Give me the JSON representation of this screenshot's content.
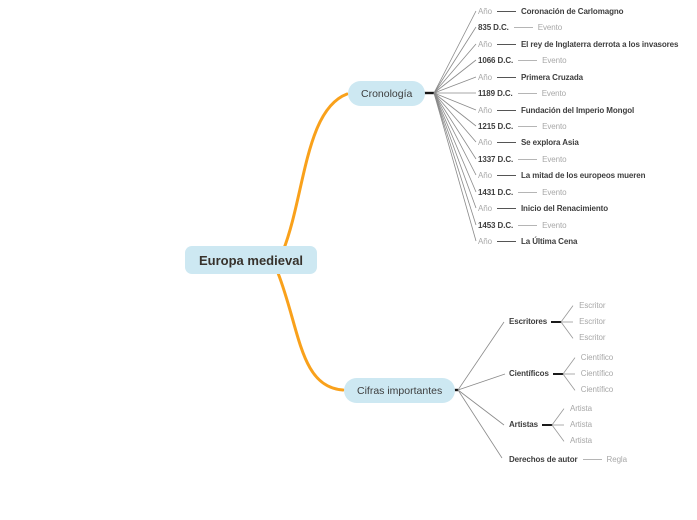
{
  "root": {
    "label": "Europa medieval"
  },
  "branches": {
    "cronologia": {
      "label": "Cronología",
      "rows": [
        {
          "a": "Año",
          "b": "Coronación de Carlomagno"
        },
        {
          "a": "835 D.C.",
          "b": "Evento"
        },
        {
          "a": "Año",
          "b": "El rey de Inglaterra derrota a los invasores"
        },
        {
          "a": "1066 D.C.",
          "b": "Evento"
        },
        {
          "a": "Año",
          "b": "Primera Cruzada"
        },
        {
          "a": "1189 D.C.",
          "b": "Evento"
        },
        {
          "a": "Año",
          "b": "Fundación del Imperio Mongol"
        },
        {
          "a": "1215 D.C.",
          "b": "Evento"
        },
        {
          "a": "Año",
          "b": "Se explora Asia"
        },
        {
          "a": "1337 D.C.",
          "b": "Evento"
        },
        {
          "a": "Año",
          "b": "La mitad de los europeos mueren"
        },
        {
          "a": "1431 D.C.",
          "b": "Evento"
        },
        {
          "a": "Año",
          "b": "Inicio del Renacimiento"
        },
        {
          "a": "1453 D.C.",
          "b": "Evento"
        },
        {
          "a": "Año",
          "b": "La Última Cena"
        }
      ]
    },
    "cifras": {
      "label": "Cifras importantes",
      "groups": [
        {
          "label": "Escritores",
          "children": [
            "Escritor",
            "Escritor",
            "Escritor"
          ]
        },
        {
          "label": "Científicos",
          "children": [
            "Científico",
            "Científico",
            "Científico"
          ]
        },
        {
          "label": "Artistas",
          "children": [
            "Artista",
            "Artista",
            "Artista"
          ]
        },
        {
          "label": "Derechos de autor",
          "children": [
            "Regla"
          ]
        }
      ]
    }
  },
  "colors": {
    "accent_orange": "#f9a11b",
    "node_fill": "#cde8f2",
    "text_dark": "#3e3e3e",
    "text_muted": "#a8a8a8"
  }
}
